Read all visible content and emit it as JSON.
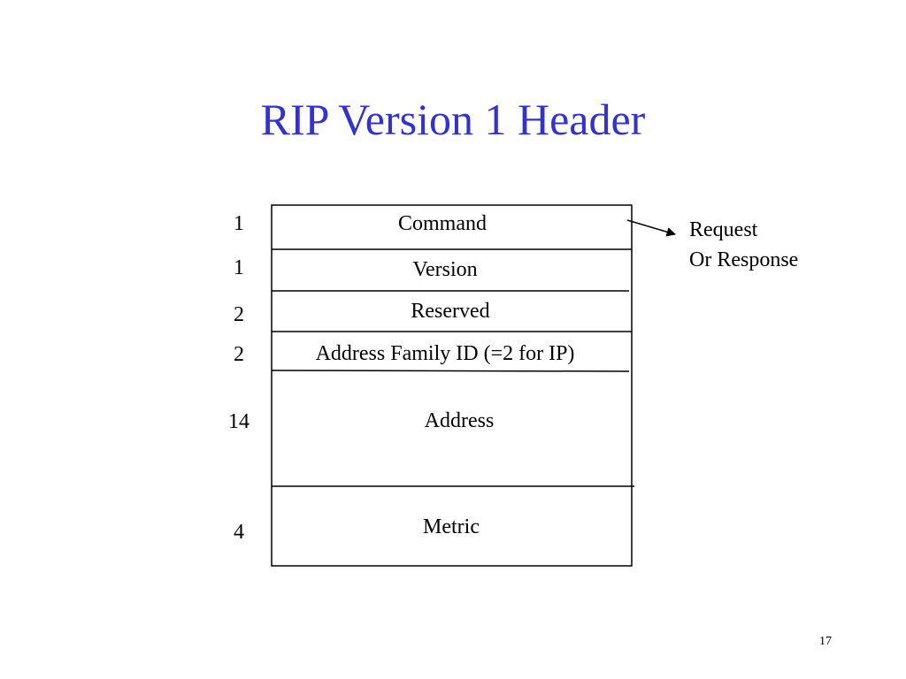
{
  "slide": {
    "title": "RIP Version 1 Header",
    "page_number": "17",
    "title_color": "#3333cc"
  },
  "header_fields": [
    {
      "size": "1",
      "label": "Command"
    },
    {
      "size": "1",
      "label": "Version"
    },
    {
      "size": "2",
      "label": "Reserved"
    },
    {
      "size": "2",
      "label": "Address Family ID (=2 for IP)"
    },
    {
      "size": "14",
      "label": "Address"
    },
    {
      "size": "4",
      "label": "Metric"
    }
  ],
  "callout": {
    "line1": "Request",
    "line2": "Or Response"
  }
}
